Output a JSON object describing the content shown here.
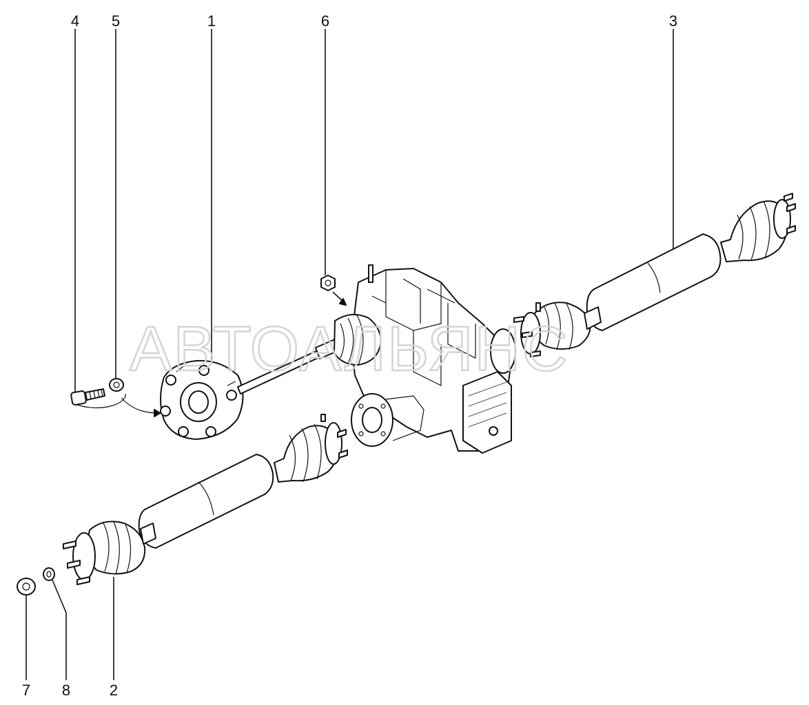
{
  "watermark": "АВТОАЛЬЯНС",
  "callouts": [
    {
      "id": "4",
      "label": "4"
    },
    {
      "id": "5",
      "label": "5"
    },
    {
      "id": "1",
      "label": "1"
    },
    {
      "id": "6",
      "label": "6"
    },
    {
      "id": "3",
      "label": "3"
    },
    {
      "id": "7",
      "label": "7"
    },
    {
      "id": "8",
      "label": "8"
    },
    {
      "id": "2",
      "label": "2"
    }
  ],
  "colors": {
    "line": "#111111",
    "watermark": "#d4d4d4",
    "background": "#ffffff"
  }
}
